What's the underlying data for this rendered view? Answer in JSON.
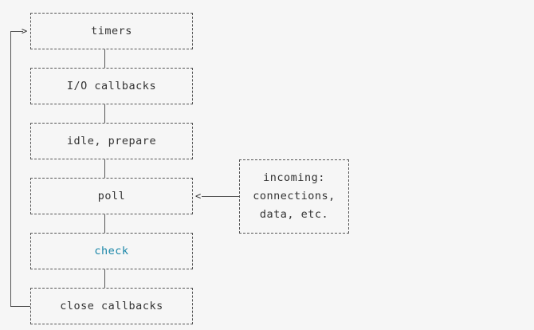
{
  "diagram": {
    "phases": [
      {
        "label": "timers"
      },
      {
        "label": "I/O callbacks"
      },
      {
        "label": "idle, prepare"
      },
      {
        "label": "poll"
      },
      {
        "label": "check"
      },
      {
        "label": "close callbacks"
      }
    ],
    "incoming": {
      "lines": [
        "incoming:",
        "connections,",
        "data, etc."
      ]
    },
    "arrow_glyph": ">",
    "arrow_glyph_left": "<",
    "colors": {
      "text": "#333333",
      "border": "#555555",
      "highlight": "#1a86a8",
      "background": "#f6f6f6"
    }
  }
}
